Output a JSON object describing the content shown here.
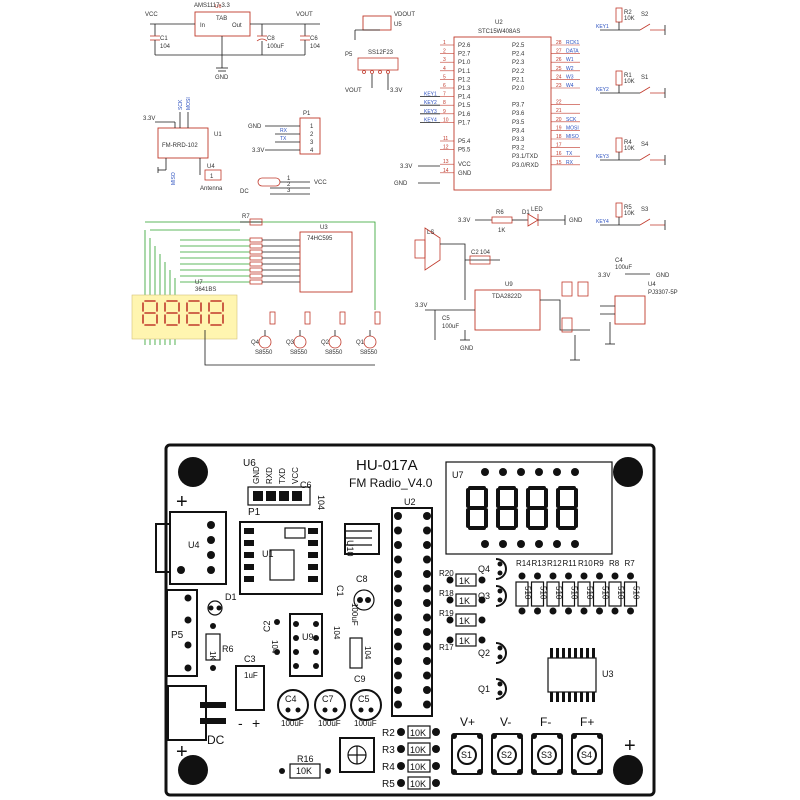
{
  "schematic": {
    "regulator": {
      "name": "U6",
      "part": "AMS1117-3.3",
      "pins": [
        "In",
        "TAB",
        "Out"
      ],
      "vcc": "VCC",
      "vout": "VOUT",
      "gnd": "GND",
      "c1": "C1",
      "c1_val": "104",
      "c8": "C8",
      "c8_val": "100uF",
      "c6": "C6",
      "c6_val": "104"
    },
    "switch": {
      "name": "U5",
      "part": "SS12F23",
      "vdout": "VDOUT",
      "vout": "VOUT",
      "v33": "3.3V",
      "p5": "P5"
    },
    "mcu": {
      "name": "U2",
      "part": "STC15W408AS",
      "left_pins": [
        "P2.6",
        "P2.7",
        "P1.0",
        "P1.1",
        "P1.2",
        "P1.3",
        "P1.4",
        "P1.5",
        "P1.6",
        "P1.7",
        "P5.4",
        "P5.5",
        "VCC",
        "GND"
      ],
      "left_nums": [
        "1",
        "2",
        "3",
        "4",
        "5",
        "6",
        "7",
        "8",
        "9",
        "10",
        "11",
        "12",
        "13",
        "14"
      ],
      "right_pins": [
        "P2.5",
        "P2.4",
        "P2.3",
        "P2.2",
        "P2.1",
        "P2.0",
        "P3.7",
        "P3.6",
        "P3.5",
        "P3.4",
        "P3.3",
        "P3.2",
        "P3.1/TXD",
        "P3.0/RXD"
      ],
      "right_nums": [
        "28",
        "27",
        "26",
        "25",
        "24",
        "23",
        "22",
        "21",
        "20",
        "19",
        "18",
        "17",
        "16",
        "15"
      ],
      "right_nets": [
        "RCK1",
        "DATA",
        "W1",
        "W2",
        "W3",
        "W4",
        "",
        "",
        "SCK",
        "MOSI",
        "MISO",
        "",
        "TX",
        "RX"
      ],
      "left_nets": [
        "",
        "",
        "",
        "",
        "",
        "",
        "KEY1",
        "KEY2",
        "KEY3",
        "KEY4",
        "",
        "",
        "",
        ""
      ],
      "vcc": "3.3V",
      "gnd": "GND"
    },
    "radio": {
      "name": "U1",
      "part": "FM-RRD-102",
      "v33": "3.3V",
      "antenna": "Antenna",
      "u4": "U4",
      "u4_pin": "1",
      "p1": "P1",
      "nets": [
        "SCK",
        "MOSI",
        "MISO"
      ]
    },
    "header_p1": {
      "name": "P1",
      "pins": [
        "1",
        "2",
        "3",
        "4"
      ],
      "nets": [
        "GND",
        "RX",
        "TX",
        "3.3V"
      ]
    },
    "dc_jack": {
      "name": "DC",
      "vcc": "VCC",
      "pins": [
        "1",
        "2",
        "3"
      ]
    },
    "led": {
      "r": "R6",
      "r_val": "1K",
      "d": "D1",
      "label": "LED",
      "v33": "3.3V",
      "gnd": "GND"
    },
    "shift_reg": {
      "name": "U3",
      "part": "74HC595",
      "r7": "R7"
    },
    "display": {
      "name": "U7",
      "part": "3641BS"
    },
    "transistors": [
      {
        "name": "Q4",
        "part": "S8550"
      },
      {
        "name": "Q3",
        "part": "S8550"
      },
      {
        "name": "Q2",
        "part": "S8550"
      },
      {
        "name": "Q1",
        "part": "S8550"
      }
    ],
    "amp": {
      "name": "U9",
      "part": "TDA2822D",
      "c2": "C2",
      "c2_val": "104",
      "c5": "C5",
      "c5_val": "100uF",
      "speaker": "LS",
      "v33": "3.3V",
      "gnd": "GND"
    },
    "keys": [
      {
        "name": "S2",
        "r": "R2",
        "r_val": "10K",
        "net": "KEY1"
      },
      {
        "name": "S1",
        "r": "R1",
        "r_val": "10K",
        "net": "KEY2"
      },
      {
        "name": "S4",
        "r": "R4",
        "r_val": "10K",
        "net": "KEY3"
      },
      {
        "name": "S3",
        "r": "R5",
        "r_val": "10K",
        "net": "KEY4"
      }
    ],
    "audio_jack": {
      "name": "U4",
      "part": "PJ3307-5P",
      "c4": "C4",
      "c4_val": "100uF",
      "v33": "3.3V",
      "gnd": "GND"
    }
  },
  "pcb": {
    "title": "HU-017A",
    "subtitle": "FM Radio_V4.0",
    "header_pins": [
      "GND",
      "RXD",
      "TXD",
      "VCC"
    ],
    "labels": {
      "u6": "U6",
      "p1": "P1",
      "c6": "C6",
      "c6_val": "104",
      "u1": "U1",
      "u10": "U10",
      "u2": "U2",
      "u4": "U4",
      "d1": "D1",
      "p5": "P5",
      "r6": "R6",
      "r6_val": "1K",
      "c3": "C3",
      "c3_val": "1uF",
      "c1": "C1",
      "c8": "C8",
      "c8_val": "100uF",
      "c2": "C2",
      "c2_val": "104",
      "u9": "U9",
      "c9": "C9",
      "c9_val": "104",
      "c4": "C4",
      "c4_val": "100uF",
      "c7": "C7",
      "c7_val": "100uF",
      "c5": "C5",
      "c5_val": "100uF",
      "dc": "DC",
      "r16": "R16",
      "r16_val": "10K",
      "minus": "-",
      "plus": "+",
      "u7": "U7",
      "u3": "U3",
      "r20": "R20",
      "r18": "R18",
      "r19": "R19",
      "r17": "R17",
      "r_1k": "1K",
      "q4": "Q4",
      "q3": "Q3",
      "q2": "Q2",
      "q1": "Q1"
    },
    "resistor_row": [
      "R14",
      "R13",
      "R12",
      "R11",
      "R10",
      "R9",
      "R8",
      "R7"
    ],
    "resistor_row_val": "510",
    "left_resistors": [
      {
        "name": "R2",
        "val": "10K"
      },
      {
        "name": "R3",
        "val": "10K"
      },
      {
        "name": "R4",
        "val": "10K"
      },
      {
        "name": "R5",
        "val": "10K"
      }
    ],
    "keys": [
      {
        "label": "V+",
        "name": "S1"
      },
      {
        "label": "V-",
        "name": "S2"
      },
      {
        "label": "F-",
        "name": "S3"
      },
      {
        "label": "F+",
        "name": "S4"
      }
    ],
    "corner_plus": "+"
  }
}
